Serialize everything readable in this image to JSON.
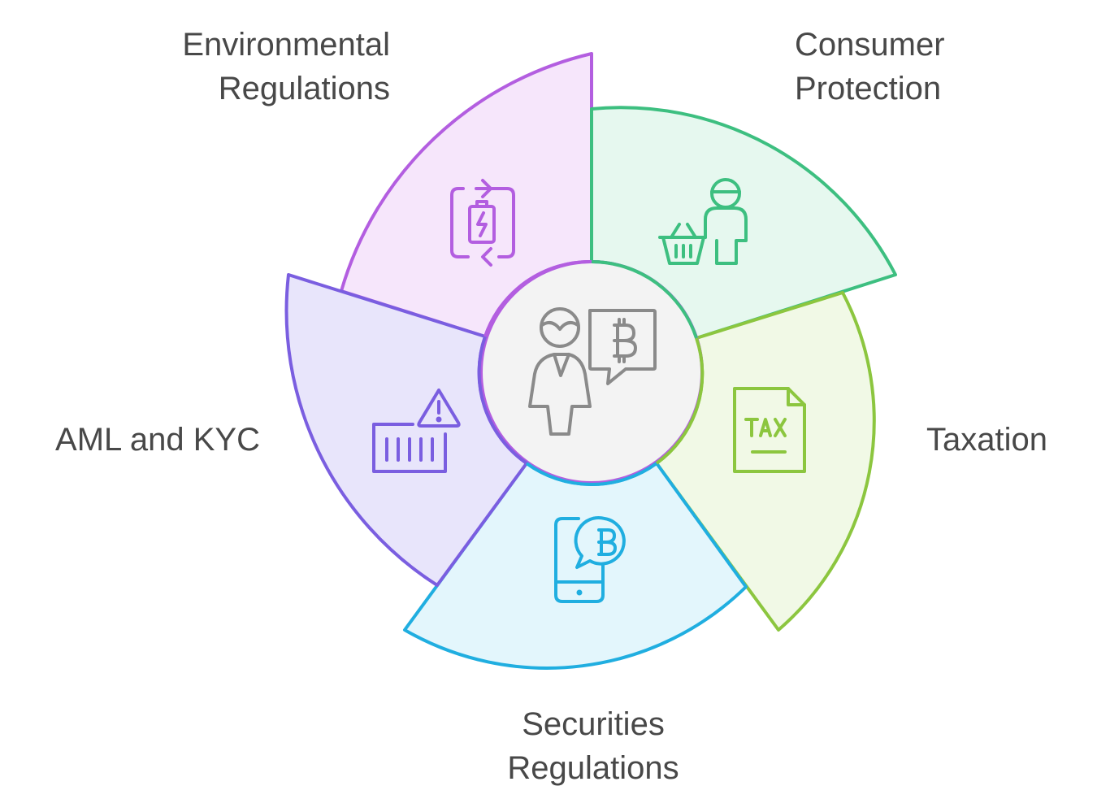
{
  "segments": [
    {
      "id": "env",
      "label": "Environmental\nRegulations",
      "icon": "battery-recycle-icon",
      "fill": "#f6e6fb",
      "stroke": "#b35ee0"
    },
    {
      "id": "consumer",
      "label": "Consumer\nProtection",
      "icon": "shopper-basket-icon",
      "fill": "#e6f8ef",
      "stroke": "#3dbf80"
    },
    {
      "id": "taxation",
      "label": "Taxation",
      "icon": "tax-document-icon",
      "fill": "#f1f9e6",
      "stroke": "#8cc63f"
    },
    {
      "id": "securities",
      "label": "Securities\nRegulations",
      "icon": "phone-bitcoin-icon",
      "fill": "#e3f6fc",
      "stroke": "#20aee0"
    },
    {
      "id": "aml",
      "label": "AML and KYC",
      "icon": "barcode-warning-icon",
      "fill": "#e8e5fb",
      "stroke": "#7a5ee0"
    }
  ],
  "center": {
    "icon": "person-bitcoin-speech-icon",
    "fill": "#f3f3f3",
    "stroke": "#888888"
  }
}
